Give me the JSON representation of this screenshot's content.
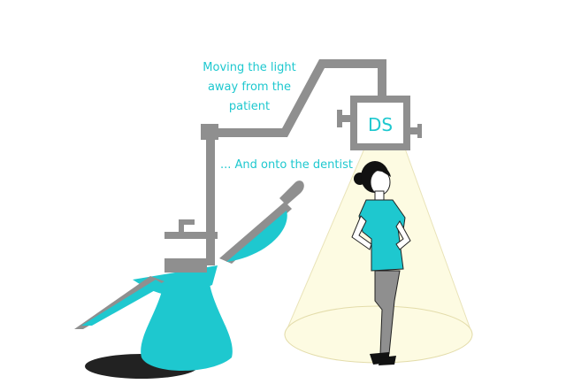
{
  "captions": {
    "light_caption": "Moving the light away from the patient",
    "dentist_caption": "... And onto the dentist"
  },
  "lamp": {
    "label": "DS"
  },
  "colors": {
    "accent": "#1ec8cf",
    "metal": "#8f8f8f",
    "light_beam": "#fdfbe2",
    "outline": "#222222"
  }
}
